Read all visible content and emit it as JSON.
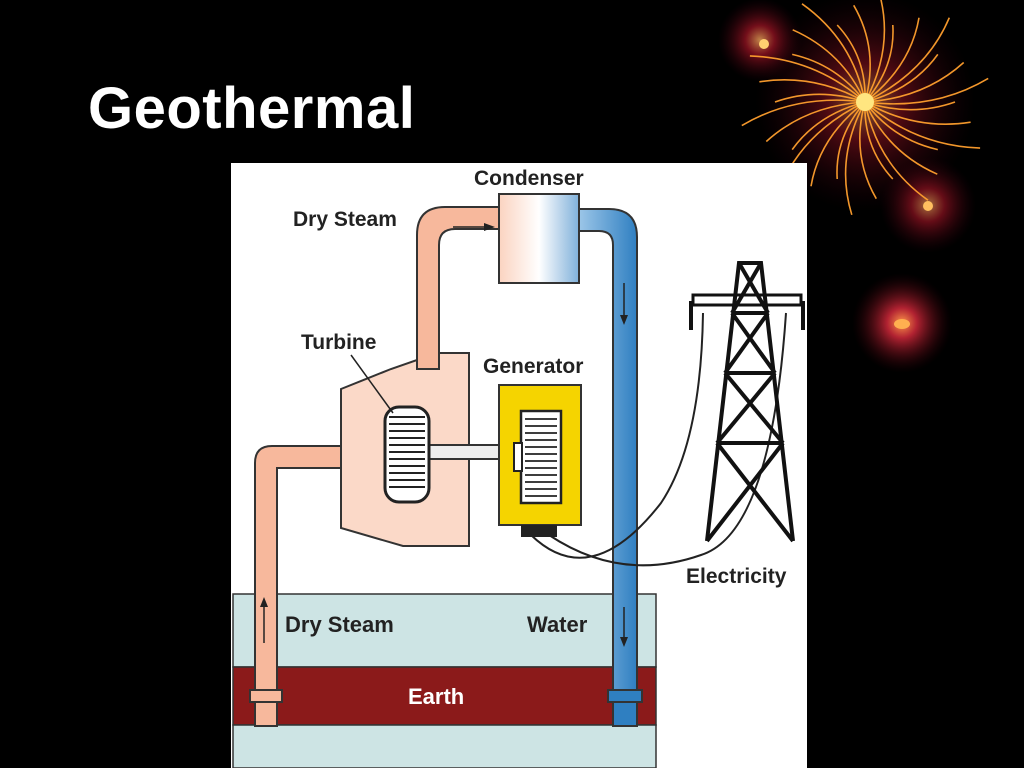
{
  "slide": {
    "title": "Geothermal"
  },
  "diagram": {
    "labels": {
      "condenser": "Condenser",
      "dry_steam_top": "Dry Steam",
      "turbine": "Turbine",
      "generator": "Generator",
      "electricity": "Electricity",
      "dry_steam_ground": "Dry Steam",
      "water": "Water",
      "earth": "Earth"
    },
    "colors": {
      "steam_pipe": "#f7b89c",
      "turbine_housing": "#fbd9c8",
      "water_pipe": "#2f7fc1",
      "generator_box": "#f5d400",
      "ground_layer": "#cde4e4",
      "earth_layer": "#8b1a1a",
      "background": "#000000"
    }
  }
}
